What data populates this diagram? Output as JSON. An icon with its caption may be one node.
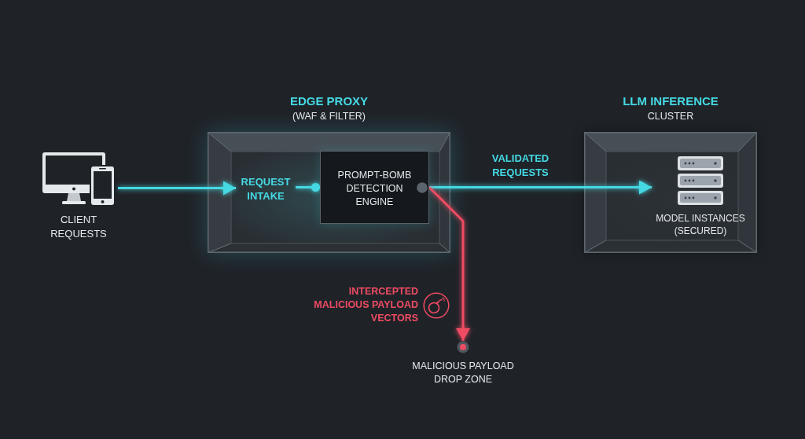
{
  "diagram": {
    "nodes": [
      {
        "text": [
          "CLIENT REQUESTS"
        ]
      },
      {
        "text": [
          "EDGE PROXY",
          "(WAF & FILTER)"
        ]
      },
      {
        "text": [
          "REQUEST INTAKE"
        ],
        "in": 1
      },
      {
        "text": [
          "PROMPT-BOMB DETECTION ENGINE"
        ],
        "in": 1
      },
      {
        "text": [
          "LLM INFERENCE",
          "CLUSTER"
        ]
      },
      {
        "text": [
          "MODEL INSTANCES (SECURED)"
        ],
        "in": 4
      },
      {
        "text": [
          "MALICIOUS PAYLOAD DROP ZONE"
        ]
      }
    ],
    "edges": [
      {
        "from": 0,
        "to": 2,
        "arrow": "to"
      },
      {
        "from": 2,
        "to": 3,
        "arrow": "other"
      },
      {
        "from": 3,
        "to": 5,
        "arrow": "to",
        "label": "VALIDATED REQUESTS"
      },
      {
        "from": 3,
        "to": 6,
        "arrow": "to",
        "label": "INTERCEPTED MALICIOUS PAYLOAD VECTORS",
        "color": "#ef4b63"
      }
    ]
  }
}
